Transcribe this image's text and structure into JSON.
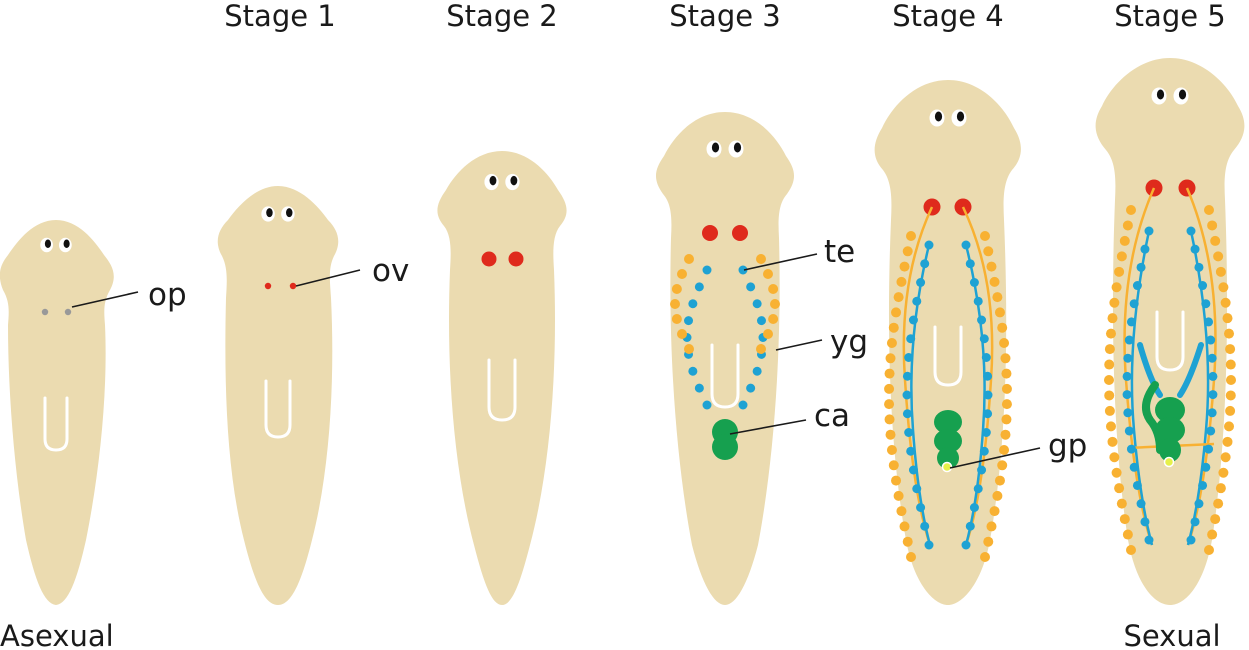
{
  "stages": {
    "s1": "Stage 1",
    "s2": "Stage 2",
    "s3": "Stage 3",
    "s4": "Stage 4",
    "s5": "Stage 5"
  },
  "ends": {
    "left": "Asexual",
    "right": "Sexual"
  },
  "labels": {
    "op": "op",
    "ov": "ov",
    "te": "te",
    "yg": "yg",
    "ca": "ca",
    "gp": "gp"
  },
  "colors": {
    "body": "#EBDBB0",
    "ovary": "#DF2A1C",
    "testes": "#1EA2D3",
    "yolk": "#F8B132",
    "copulatory": "#16A04F",
    "pharynx": "#FFFFFF",
    "eye_dark": "#111111"
  }
}
